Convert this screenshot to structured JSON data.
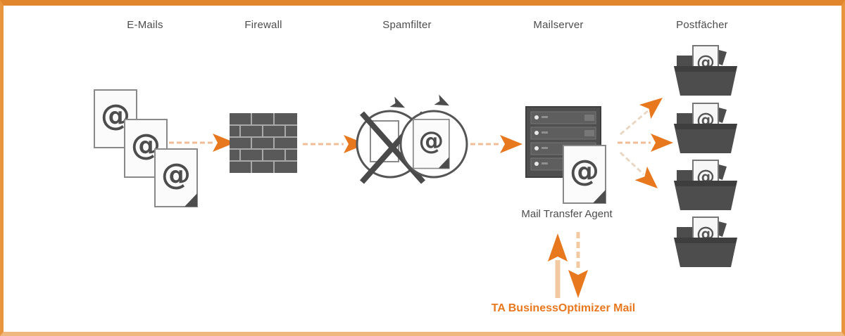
{
  "frame": {
    "border_color_top": "#E2862E",
    "border_color_sides": "#E9953F",
    "border_color_bottom": "#EFB87E",
    "background": "#FFFFFF"
  },
  "stages": [
    {
      "id": "emails",
      "label": "E-Mails"
    },
    {
      "id": "firewall",
      "label": "Firewall"
    },
    {
      "id": "spamfilter",
      "label": "Spamfilter"
    },
    {
      "id": "mailserver",
      "label": "Mailserver"
    },
    {
      "id": "mailboxes",
      "label": "Postfächer"
    }
  ],
  "annotations": {
    "mta_label": "Mail Transfer Agent",
    "product_label": "TA BusinessOptimizer Mail"
  },
  "glyphs": {
    "at": "@"
  },
  "colors": {
    "accent": "#E8781E",
    "arrow_stem": "#F0BE96",
    "icon_dark": "#4D4D4D",
    "text": "#4D4D4D"
  },
  "counts": {
    "emails": 3,
    "mailboxes": 4
  }
}
